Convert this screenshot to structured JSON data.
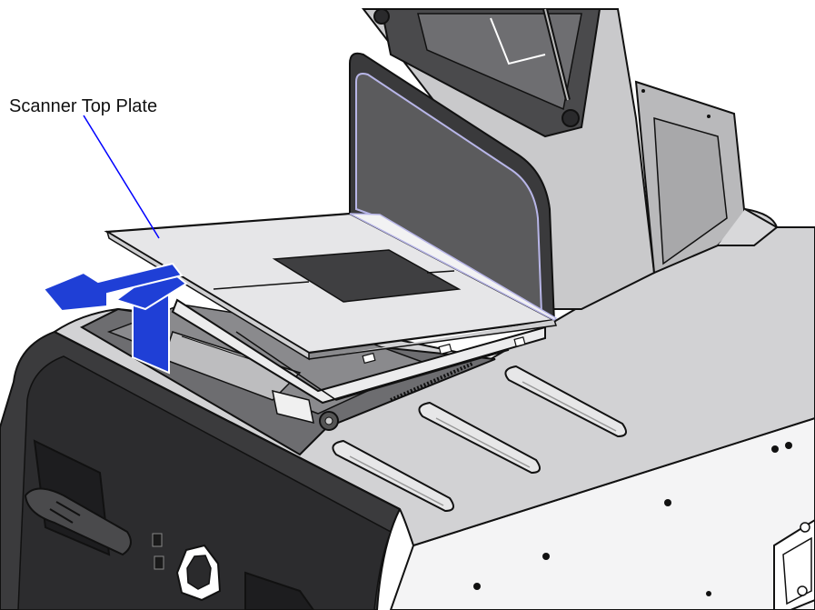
{
  "callout": {
    "label": "Scanner Top Plate"
  },
  "colors": {
    "leader_line": "#0000ff",
    "arrow_fill": "#1f3fd6",
    "arrow_edge": "#ffffff",
    "outline": "#111111",
    "light_panel": "#e9e9ea",
    "mid_panel": "#cfcfd1",
    "dark_panel": "#3a3a3c",
    "black_panel": "#232325",
    "glass": "#5b5b5d",
    "highlight_edge": "#b8b6e8"
  },
  "arrows": [
    {
      "name": "lift-up-arrow",
      "direction": "up"
    },
    {
      "name": "slide-left-arrow",
      "direction": "left"
    }
  ]
}
